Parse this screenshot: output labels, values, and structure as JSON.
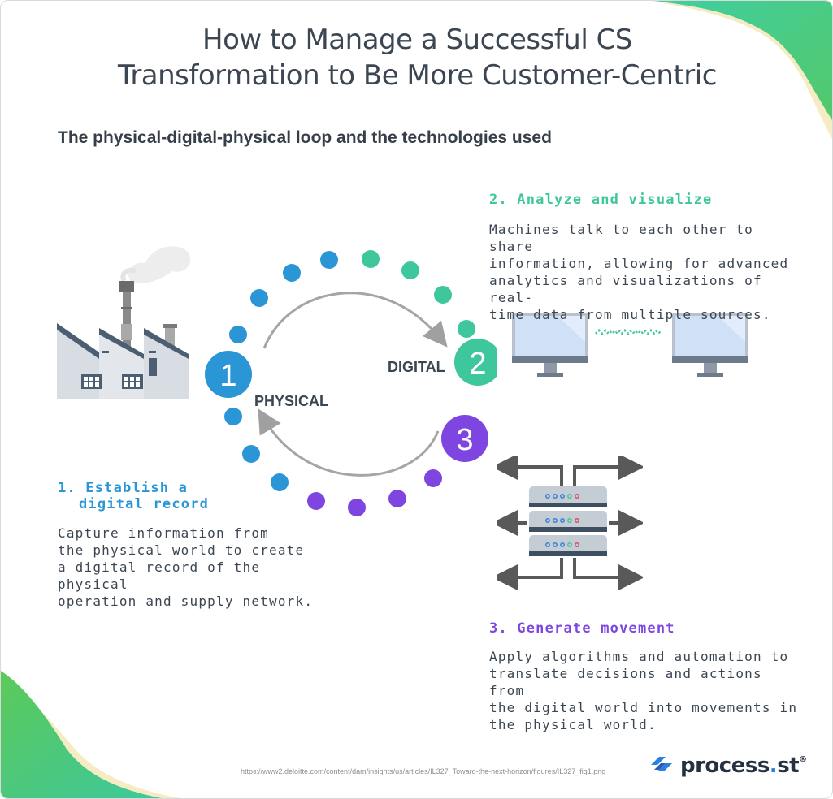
{
  "header": {
    "title_line1": "How to Manage a Successful CS",
    "title_line2": "Transformation to Be More Customer-Centric",
    "subtitle": "The physical-digital-physical loop and the technologies used"
  },
  "loop": {
    "node1": "1",
    "node2": "2",
    "node3": "3",
    "physical_label": "PHYSICAL",
    "digital_label": "DIGITAL"
  },
  "step1": {
    "title_line1": "1. Establish a",
    "title_line2": "digital record",
    "body": [
      "Capture information from",
      "the physical world to create",
      "a digital record of the physical",
      "operation and supply network."
    ]
  },
  "step2": {
    "title": "2. Analyze and visualize",
    "body": [
      "Machines talk to each other to share",
      "information, allowing for advanced",
      "analytics and visualizations of real-",
      "time data from multiple sources."
    ]
  },
  "step3": {
    "title": "3. Generate movement",
    "body": [
      "Apply algorithms and automation to",
      "translate decisions and actions from",
      "the digital world into movements in",
      "the physical world."
    ]
  },
  "footer": {
    "source": "https://www2.deloitte.com/content/dam/insights/us/articles/IL327_Toward-the-next-horizon/figures/IL327_fig1.png",
    "logo_main": "process",
    "logo_dot": ".",
    "logo_tail": "st",
    "logo_mark": "®"
  },
  "colors": {
    "blue": "#2b96d6",
    "green": "#3ec69c",
    "purple": "#7e45e0",
    "text": "#3b4652"
  },
  "icons": [
    "factory-icon",
    "monitor-icon",
    "data-exchange-icon",
    "server-icon",
    "arrow-icon",
    "process-st-logo-icon"
  ]
}
